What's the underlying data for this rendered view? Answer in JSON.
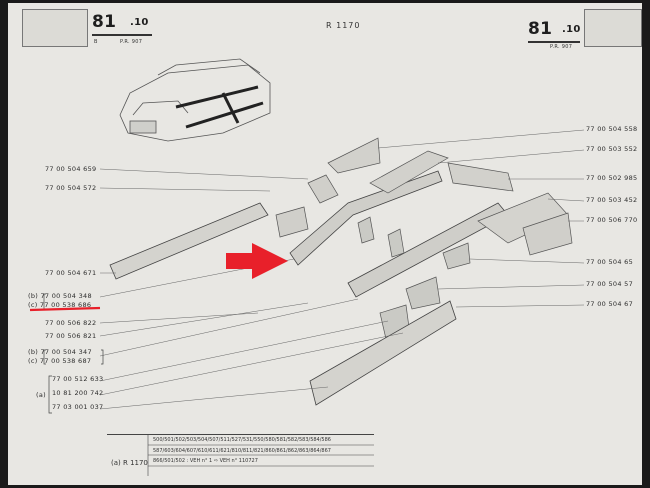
{
  "header": {
    "left_code": "81",
    "left_sub": ".10",
    "left_b": "B",
    "left_pr": "P.R. 907",
    "center": "R 1170",
    "right_code": "81",
    "right_sub": ".10",
    "right_pr": "P.R. 907"
  },
  "parts_left": [
    "77 00 504 659",
    "77 00 504 572",
    "77 00 504 671",
    "(b) 77 00 504 348",
    "(c) 77 00 538 686",
    "77 00 506 822",
    "77 00 506 821",
    "(b) 77 00 504 347",
    "(c) 77 00 538 687",
    "77 00 512 633",
    "10 81 200 742",
    "77 03 001 037"
  ],
  "group_label": "(a)",
  "parts_right": [
    "77 00 504 558",
    "77 00 503 552",
    "77 00 502 985",
    "77 00 503 452",
    "77 00 506 770",
    "77 00 504 65",
    "77 00 504 57",
    "77 00 504 67"
  ],
  "table": {
    "label": "(a) R 1170",
    "rows": [
      "500/501/502/503/504/507/511/527/531/550/580/581/582/583/584/586",
      "587/603/604/607/610/611/621/810/811/821/860/861/862/863/864/867",
      "866/501/502 : VEH n° 1  ⇨  VEH n° 110727"
    ]
  },
  "colors": {
    "arrow": "#e8202a",
    "underline": "#e8202a"
  }
}
